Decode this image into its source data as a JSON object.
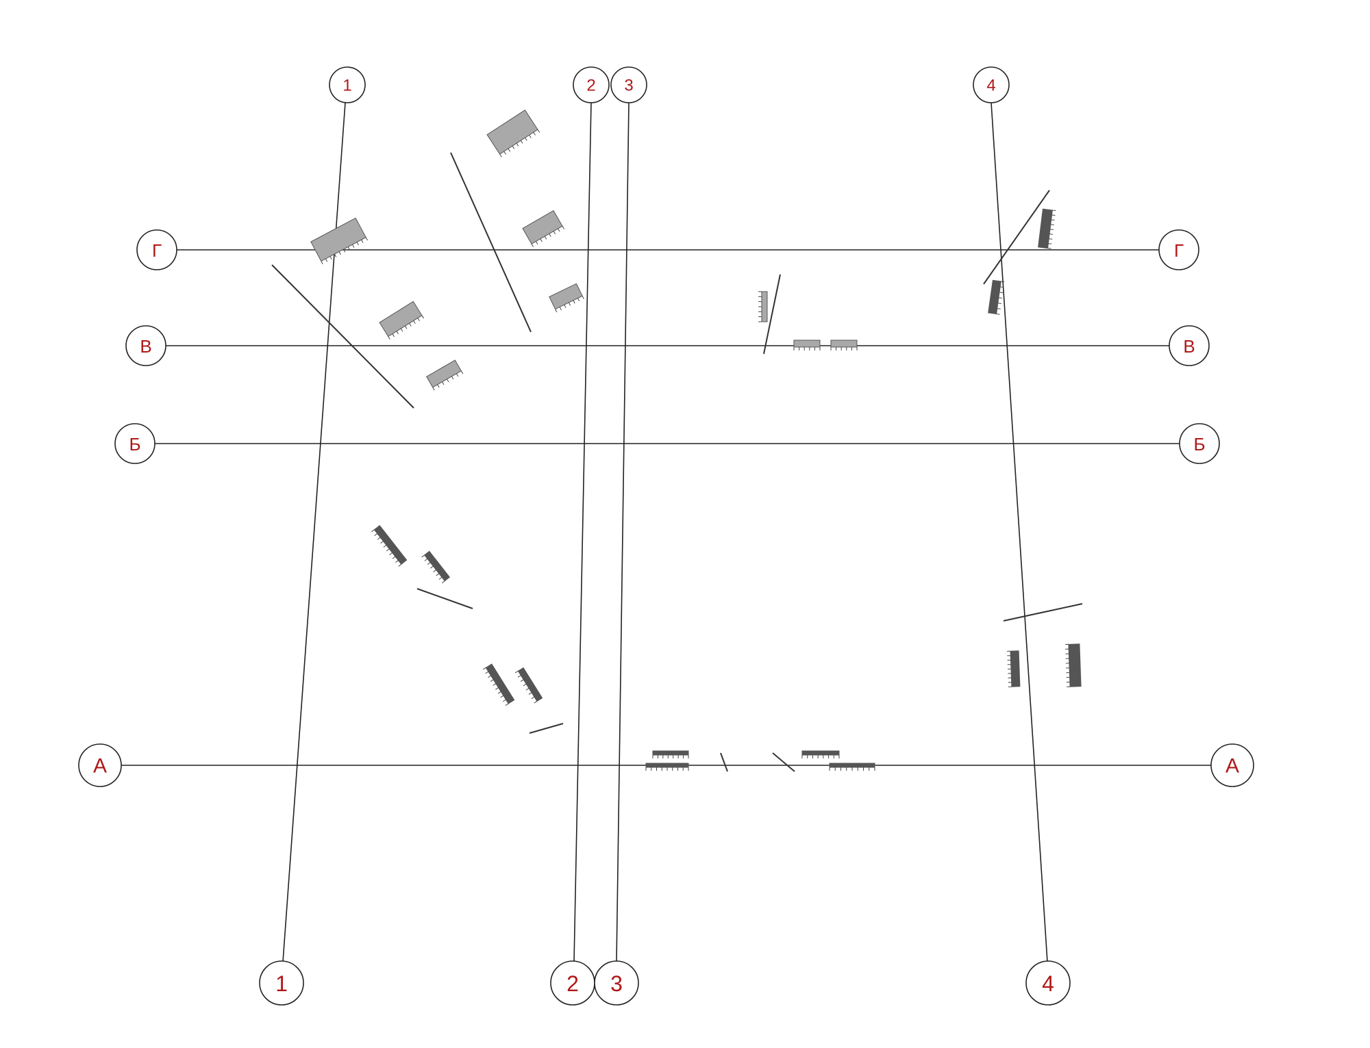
{
  "colors": {
    "label": "#b01818",
    "line": "#222222",
    "element_light": "#a9a9a9",
    "element_dark": "#555555"
  },
  "axes": {
    "vertical": [
      {
        "id": "1",
        "top_label": "1",
        "bottom_label": "1"
      },
      {
        "id": "2",
        "top_label": "2",
        "bottom_label": "2"
      },
      {
        "id": "3",
        "top_label": "3",
        "bottom_label": "3"
      },
      {
        "id": "4",
        "top_label": "4",
        "bottom_label": "4"
      }
    ],
    "horizontal": [
      {
        "id": "Г",
        "left_label": "Г",
        "right_label": "Г"
      },
      {
        "id": "В",
        "left_label": "В",
        "right_label": "В"
      },
      {
        "id": "Б",
        "left_label": "Б",
        "right_label": "Б"
      },
      {
        "id": "А",
        "left_label": "А",
        "right_label": "А"
      }
    ]
  }
}
